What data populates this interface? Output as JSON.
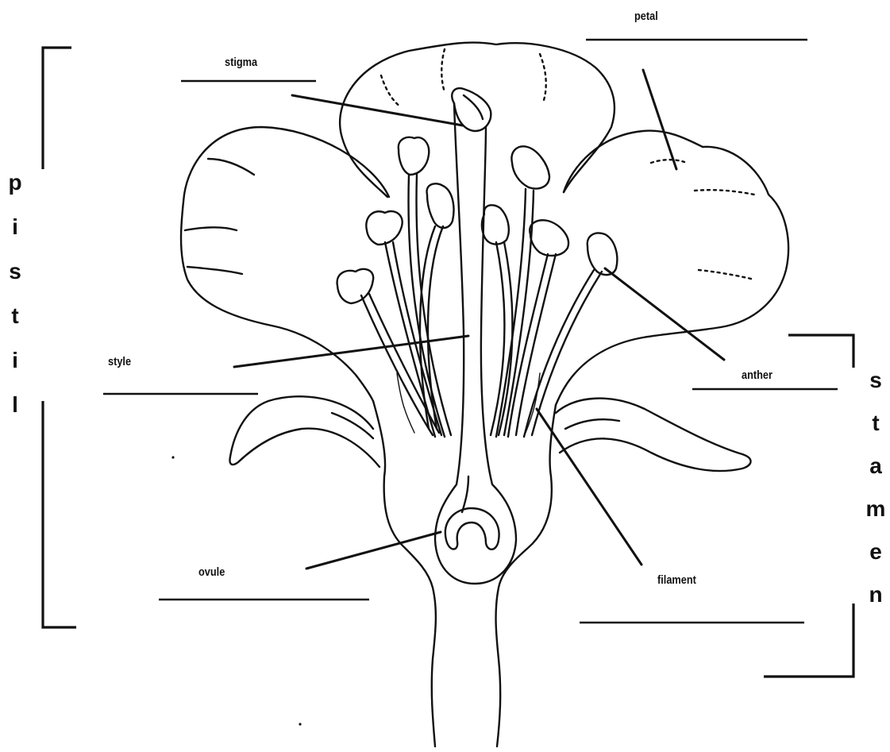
{
  "labels": {
    "petal": "petal",
    "stigma": "stigma",
    "style": "style",
    "anther": "anther",
    "ovule": "ovule",
    "filament": "filament"
  },
  "brackets": {
    "pistil_letters": [
      "p",
      "i",
      "s",
      "t",
      "i",
      "l"
    ],
    "stamen_letters": [
      "s",
      "t",
      "a",
      "m",
      "e",
      "n"
    ]
  },
  "colors": {
    "ink": "#111111",
    "background": "#ffffff"
  }
}
